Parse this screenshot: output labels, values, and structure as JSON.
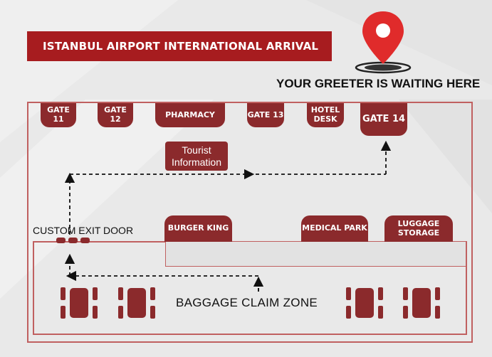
{
  "title": "ISTANBUL AIRPORT INTERNATIONAL ARRIVAL",
  "greeter": "YOUR GREETER IS WAITING HERE",
  "gates": {
    "gate11": "GATE 11",
    "gate12": "GATE 12",
    "pharmacy": "PHARMACY",
    "gate13": "GATE 13",
    "hotel_desk": "HOTEL DESK",
    "gate14": "GATE 14"
  },
  "tourist_info": "Tourist Information",
  "custom_exit": "CUSTOM EXIT DOOR",
  "lower_shops": {
    "burger_king": "BURGER KING",
    "medical_park": "MEDICAL PARK",
    "luggage_storage": "LUGGAGE STORAGE"
  },
  "baggage_zone": "BAGGAGE CLAIM ZONE",
  "colors": {
    "brand_red": "#a71c1f",
    "tab_maroon": "#8b2a2c",
    "pin_red": "#e02b2b",
    "background": "#e9e9e9"
  },
  "icons": [
    "location-pin-icon",
    "baggage-carousel-icon"
  ]
}
